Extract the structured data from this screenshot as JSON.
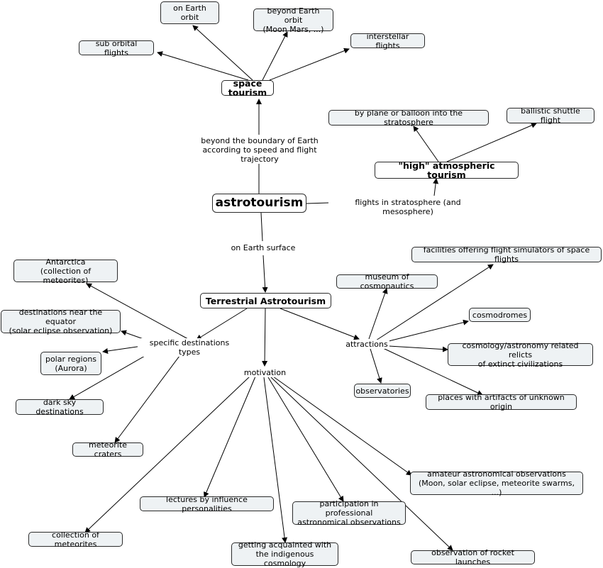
{
  "concept_map": {
    "root": "astrotourism",
    "space_tourism": "space tourism",
    "high_tourism": "\"high\" atmospheric tourism",
    "terrestrial": "Terrestrial Astrotourism",
    "space": {
      "on_earth_orbit": "on Earth orbit",
      "beyond_orbit": "beyond Earth orbit\n(Moon Mars, ...)",
      "sub_orbital": "sub orbital flights",
      "interstellar": "interstellar flights"
    },
    "high": {
      "plane_balloon": "by plane or balloon into the stratosphere",
      "ballistic": "ballistic shuttle flight"
    },
    "destinations": {
      "antarctica": "Antarctica\n(collection of meteorites)",
      "equator": "destinations near the equator\n(solar eclipse observation)",
      "polar": "polar regions\n(Aurora)",
      "dark_sky": "dark sky destinations",
      "craters": "meteorite craters"
    },
    "attractions": {
      "simulators": "facilities offering flight simulators of space flights",
      "museum": "museum of cosmonautics",
      "cosmodromes": "cosmodromes",
      "relicts": "cosmology/astronomy related relicts\nof extinct civilizations",
      "observatories": "observatories",
      "artifacts": "places with artifacts of unknown origin"
    },
    "motivation": {
      "amateur": "amateur astronomical observations\n(Moon, solar eclipse, meteorite swarms, ...)",
      "lectures": "lectures by influence personalities",
      "participation": "participation in professional\nastronomical observations",
      "collection": "collection of meteorites",
      "indigenous": "getting acquainted with\nthe indigenous cosmology",
      "rocket": "observation of rocket launches"
    },
    "labels": {
      "beyond_boundary": "beyond the boundary of Earth\naccording to speed and flight trajectory",
      "flights_strato": "flights in stratosphere (and mesosphere)",
      "on_surface": "on Earth surface",
      "specific_dest": "specific destinations types",
      "attractions": "attractions",
      "motivation": "motivation"
    }
  }
}
